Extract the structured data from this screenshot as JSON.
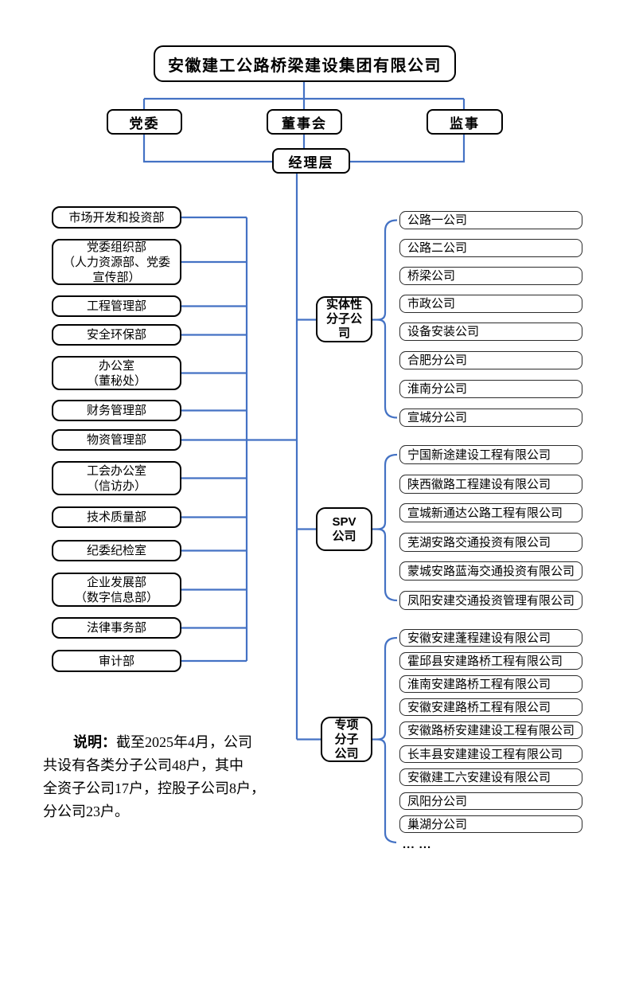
{
  "colors": {
    "connector": "#4472C4",
    "box_border": "#000000"
  },
  "title": "安徽建工公路桥梁建设集团有限公司",
  "governance": {
    "party_committee": "党委",
    "board": "董事会",
    "supervisor": "监事",
    "management": "经理层"
  },
  "departments": [
    "市场开发和投资部",
    "党委组织部\n（人力资源部、党委\n宣传部）",
    "工程管理部",
    "安全环保部",
    "办公室\n（董秘处）",
    "财务管理部",
    "物资管理部",
    "工会办公室\n（信访办）",
    "技术质量部",
    "纪委纪检室",
    "企业发展部\n（数字信息部）",
    "法律事务部",
    "审计部"
  ],
  "groups": [
    {
      "label": "实体性\n分子公\n司",
      "companies": [
        "公路一公司",
        "公路二公司",
        "桥梁公司",
        "市政公司",
        "设备安装公司",
        "合肥分公司",
        "淮南分公司",
        "宣城分公司"
      ]
    },
    {
      "label": "SPV\n公司",
      "companies": [
        "宁国新途建设工程有限公司",
        "陕西徽路工程建设有限公司",
        "宣城新通达公路工程有限公司",
        "芜湖安路交通投资有限公司",
        "蒙城安路蓝海交通投资有限公司",
        "凤阳安建交通投资管理有限公司"
      ]
    },
    {
      "label": "专项\n分子\n公司",
      "companies": [
        "安徽安建蓬程建设有限公司",
        "霍邱县安建路桥工程有限公司",
        "淮南安建路桥工程有限公司",
        "安徽安建路桥工程有限公司",
        "安徽路桥安建建设工程有限公司",
        "长丰县安建建设工程有限公司",
        "安徽建工六安建设有限公司",
        "凤阳分公司",
        "巢湖分公司"
      ],
      "more": "... ..."
    }
  ],
  "note": {
    "label": "说明：",
    "line1": "截至2025年4月，公司",
    "line2": "共设有各类分子公司48户，其中",
    "line3": "全资子公司17户，控股子公司8户，",
    "line4": "分公司23户。"
  }
}
